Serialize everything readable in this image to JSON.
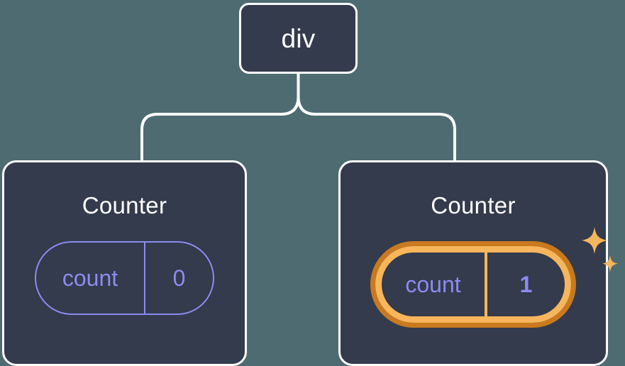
{
  "diagram": {
    "title": "React component tree with highlighted state update",
    "background_color": "#4e6b72",
    "connector_color": "#ffffff",
    "node_fill": "#333b4c",
    "node_border": "#ffffff",
    "accent_purple": "#8b8bf0",
    "highlight_outer": "#c97a1e",
    "highlight_inner": "#f7b55c"
  },
  "root": {
    "label": "div"
  },
  "children": [
    {
      "title": "Counter",
      "state": {
        "key": "count",
        "value": "0"
      },
      "highlighted": false
    },
    {
      "title": "Counter",
      "state": {
        "key": "count",
        "value": "1"
      },
      "highlighted": true,
      "sparkle_icons": [
        "sparkle-large",
        "sparkle-small"
      ]
    }
  ]
}
